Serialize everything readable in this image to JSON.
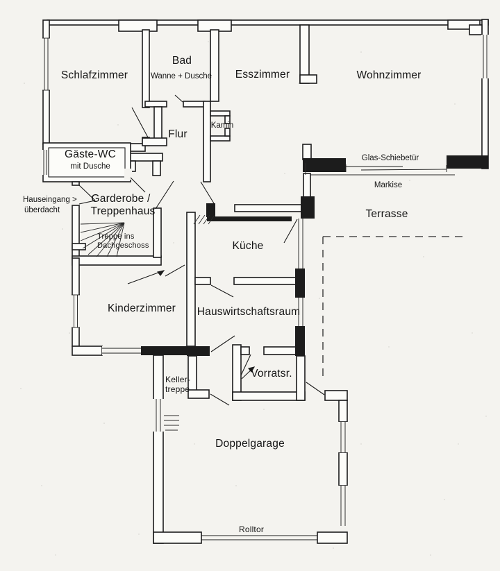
{
  "plan": {
    "colors": {
      "ink": "#1c1c1c",
      "paper": "#f4f3ef"
    },
    "rooms": {
      "schlafzimmer": {
        "label": "Schlafzimmer"
      },
      "bad": {
        "label": "Bad",
        "sublabel": "Wanne + Dusche"
      },
      "esszimmer": {
        "label": "Esszimmer"
      },
      "wohnzimmer": {
        "label": "Wohnzimmer"
      },
      "flur": {
        "label": "Flur"
      },
      "gaeste_wc": {
        "label": "Gäste-WC",
        "sublabel": "mit Dusche"
      },
      "garderobe": {
        "line1": "Garderobe /",
        "line2": "Treppenhaus"
      },
      "kueche": {
        "label": "Küche"
      },
      "kinderzimmer": {
        "label": "Kinderzimmer"
      },
      "hauswirtschaftsraum": {
        "label": "Hauswirtschaftsraum"
      },
      "vorratsraum": {
        "label": "Vorratsr."
      },
      "doppelgarage": {
        "label": "Doppelgarage"
      },
      "terrasse": {
        "label": "Terrasse"
      }
    },
    "annotations": {
      "kamin": {
        "text": "Kamin"
      },
      "hauseingang": {
        "line1": "Hauseingang >",
        "line2": "überdacht"
      },
      "treppe_dachgeschoss": {
        "line1": "Treppe ins",
        "line2": "Dachgeschoss"
      },
      "glas_schiebetuer": {
        "text": "Glas-Schiebetür"
      },
      "markise": {
        "text": "Markise"
      },
      "kellertreppe": {
        "line1": "Keller-",
        "line2": "treppe"
      },
      "rolltor": {
        "text": "Rolltor"
      }
    }
  }
}
